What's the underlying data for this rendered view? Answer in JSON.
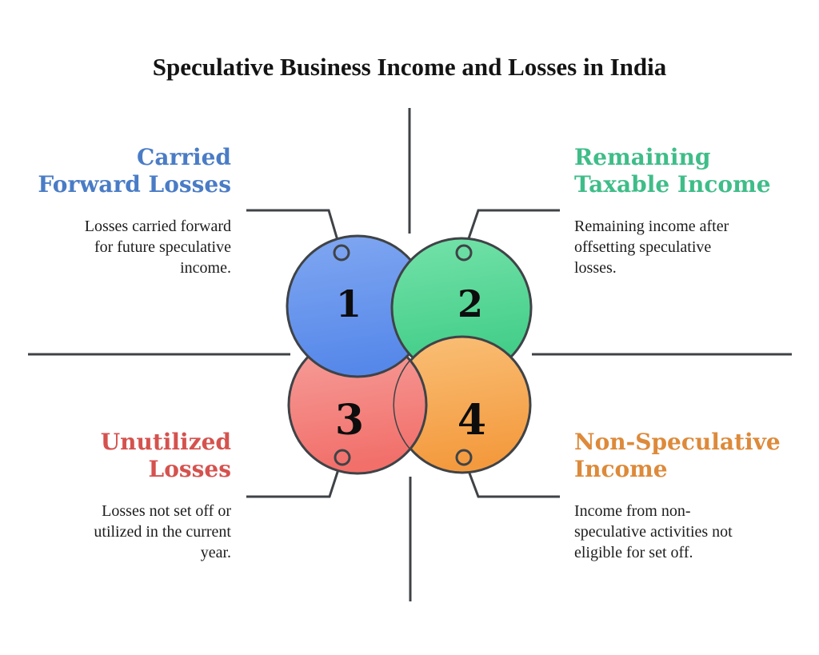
{
  "title": "Speculative Business Income and Losses in India",
  "diagram": {
    "line_color": "#3f4347",
    "number_color": "#0d0d0d",
    "items": [
      {
        "number": "1",
        "heading_line1": "Carried",
        "heading_line2": "Forward Losses",
        "heading_color": "#4a7cc6",
        "desc_line1": "Losses carried forward",
        "desc_line2": "for future speculative",
        "desc_line3": "income.",
        "gradient": [
          "#80a7f1",
          "#5688ea"
        ]
      },
      {
        "number": "2",
        "heading_line1": "Remaining",
        "heading_line2": "Taxable Income",
        "heading_color": "#3fbd88",
        "desc_line1": "Remaining income after",
        "desc_line2": "offsetting speculative",
        "desc_line3": "losses.",
        "gradient": [
          "#74e2a9",
          "#3fcc86"
        ]
      },
      {
        "number": "3",
        "heading_line1": "Unutilized",
        "heading_line2": "Losses",
        "heading_color": "#d5524e",
        "desc_line1": "Losses not set off or",
        "desc_line2": "utilized in the current",
        "desc_line3": "year.",
        "gradient": [
          "#f6a19d",
          "#f26f6a"
        ]
      },
      {
        "number": "4",
        "heading_line1": "Non-Speculative",
        "heading_line2": "Income",
        "heading_color": "#dd8a3a",
        "desc_line1": "Income from non-",
        "desc_line2": "speculative activities not",
        "desc_line3": "eligible for set off.",
        "gradient": [
          "#f9bf76",
          "#f49a3e"
        ]
      }
    ]
  }
}
